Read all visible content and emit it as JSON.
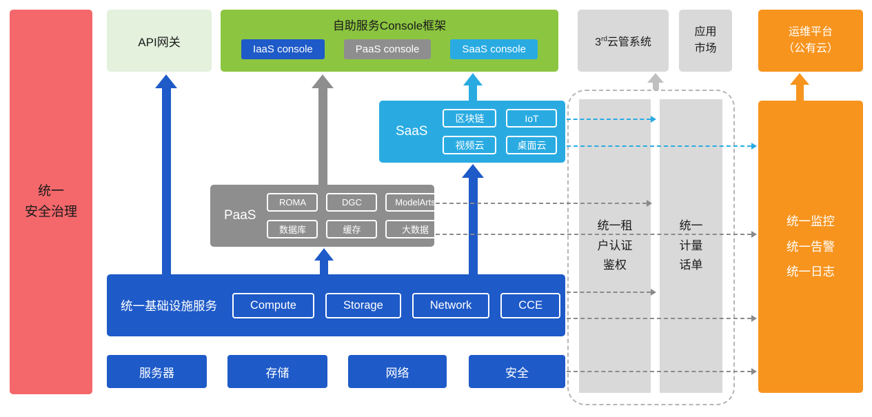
{
  "palette": {
    "red": "#F4686B",
    "light_green": "#E3F1DD",
    "green": "#8CC540",
    "blue": "#1E5AC8",
    "gray": "#8E8E8E",
    "light_gray": "#D9D9D9",
    "cyan": "#29ABE2",
    "orange": "#F7941E"
  },
  "security_bar": {
    "label": "统一\n安全治理"
  },
  "api_gateway": {
    "label": "API网关"
  },
  "console_frame": {
    "title": "自助服务Console框架",
    "iaas": "IaaS console",
    "paas": "PaaS console",
    "saas": "SaaS console"
  },
  "third_party_cloud": {
    "num": "3",
    "sup": "rd",
    "rest": "云管系统"
  },
  "app_market": {
    "label": "应用\n市场"
  },
  "om_platform": {
    "label": "运维平台\n（公有云）"
  },
  "saas_box": {
    "label": "SaaS",
    "items": [
      "区块链",
      "IoT",
      "视频云",
      "桌面云"
    ]
  },
  "paas_box": {
    "label": "PaaS",
    "items": [
      "ROMA",
      "DGC",
      "ModelArts",
      "数据库",
      "缓存",
      "大数据"
    ]
  },
  "infra_box": {
    "label": "统一基础设施服务",
    "items": [
      "Compute",
      "Storage",
      "Network",
      "CCE"
    ]
  },
  "bottom_row": {
    "items": [
      "服务器",
      "存储",
      "网络",
      "安全"
    ]
  },
  "auth_bar": {
    "label": "统一租\n户认证\n鉴权"
  },
  "metering_bar": {
    "label": "统一\n计量\n话单"
  },
  "monitor_box": {
    "label": "统一监控\n统一告警\n统一日志"
  }
}
